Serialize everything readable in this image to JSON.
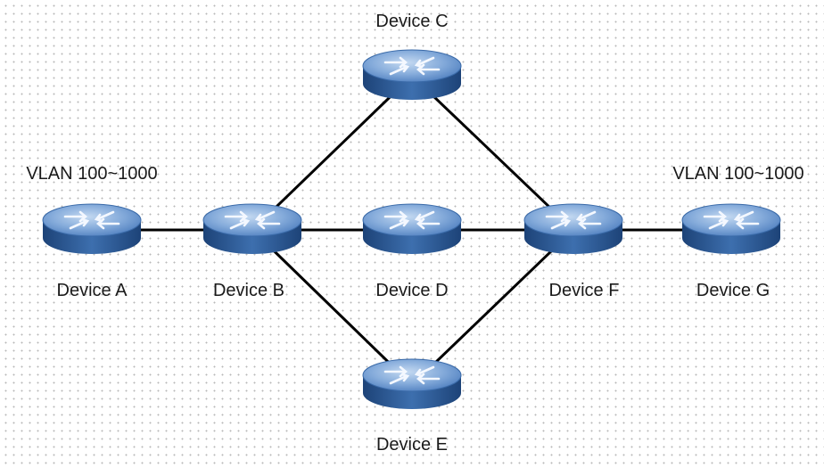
{
  "diagram": {
    "devices": [
      {
        "id": "A",
        "label": "Device A"
      },
      {
        "id": "B",
        "label": "Device B"
      },
      {
        "id": "C",
        "label": "Device C"
      },
      {
        "id": "D",
        "label": "Device D"
      },
      {
        "id": "E",
        "label": "Device E"
      },
      {
        "id": "F",
        "label": "Device F"
      },
      {
        "id": "G",
        "label": "Device G"
      }
    ],
    "links": [
      [
        "A",
        "B"
      ],
      [
        "B",
        "C"
      ],
      [
        "B",
        "D"
      ],
      [
        "B",
        "E"
      ],
      [
        "C",
        "F"
      ],
      [
        "D",
        "F"
      ],
      [
        "E",
        "F"
      ],
      [
        "F",
        "G"
      ]
    ],
    "vlan_labels": {
      "left": "VLAN 100~1000",
      "right": "VLAN 100~1000"
    },
    "colors": {
      "device_top": "#8fb4df",
      "device_side": "#2f5d9a",
      "link": "#000000",
      "grid_dot": "#b9b9b9"
    },
    "icon": "switch-icon"
  }
}
